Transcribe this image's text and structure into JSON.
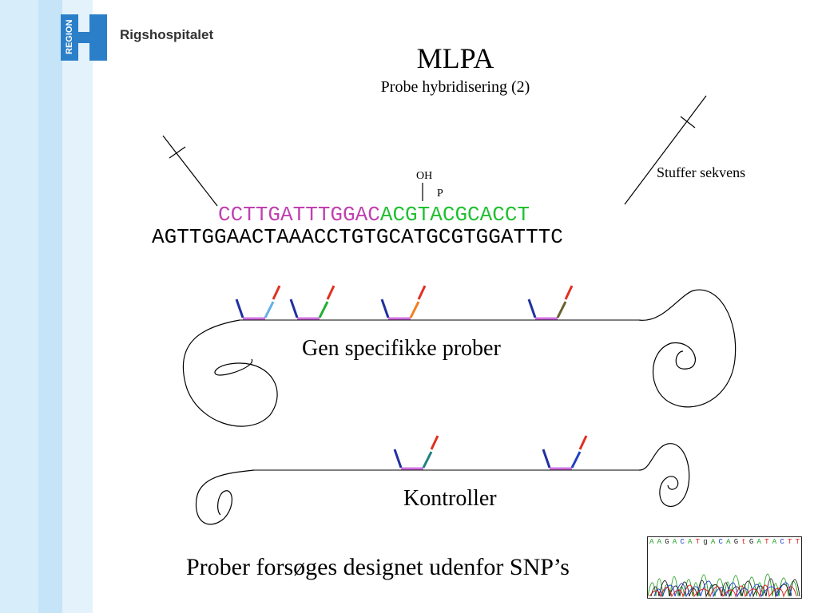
{
  "logo": {
    "region_text": "REGION",
    "name": "Rigshospitalet",
    "letter": "H"
  },
  "title": "MLPA",
  "subtitle": "Probe hybridisering (2)",
  "oh_label": "OH",
  "p_label": "P",
  "stuffer_label": "Stuffer sekvens",
  "probe_left_seq": "CCTTGATTTGGAC",
  "probe_right_seq": "ACGTACGCACCT",
  "target_seq": "AGTTGGAACTAAACCTGTGCATGCGTGGATTTC",
  "gene_probes_label": "Gen specifikke prober",
  "controls_label": "Kontroller",
  "footer_text": "Prober forsøges designet udenfor SNP’s",
  "chromatogram_bases": [
    "A",
    "A",
    "G",
    "A",
    "C",
    "A",
    "T",
    "g",
    "A",
    "C",
    "A",
    "G",
    "t",
    "G",
    "A",
    "T",
    "A",
    "C",
    "T",
    "T"
  ],
  "colors": {
    "probe_left": "#c040b0",
    "probe_right": "#20c030",
    "stripe_light": "#dbeefb",
    "stripe_mid": "#c3e3f7",
    "logo_blue": "#2a7fc8"
  }
}
